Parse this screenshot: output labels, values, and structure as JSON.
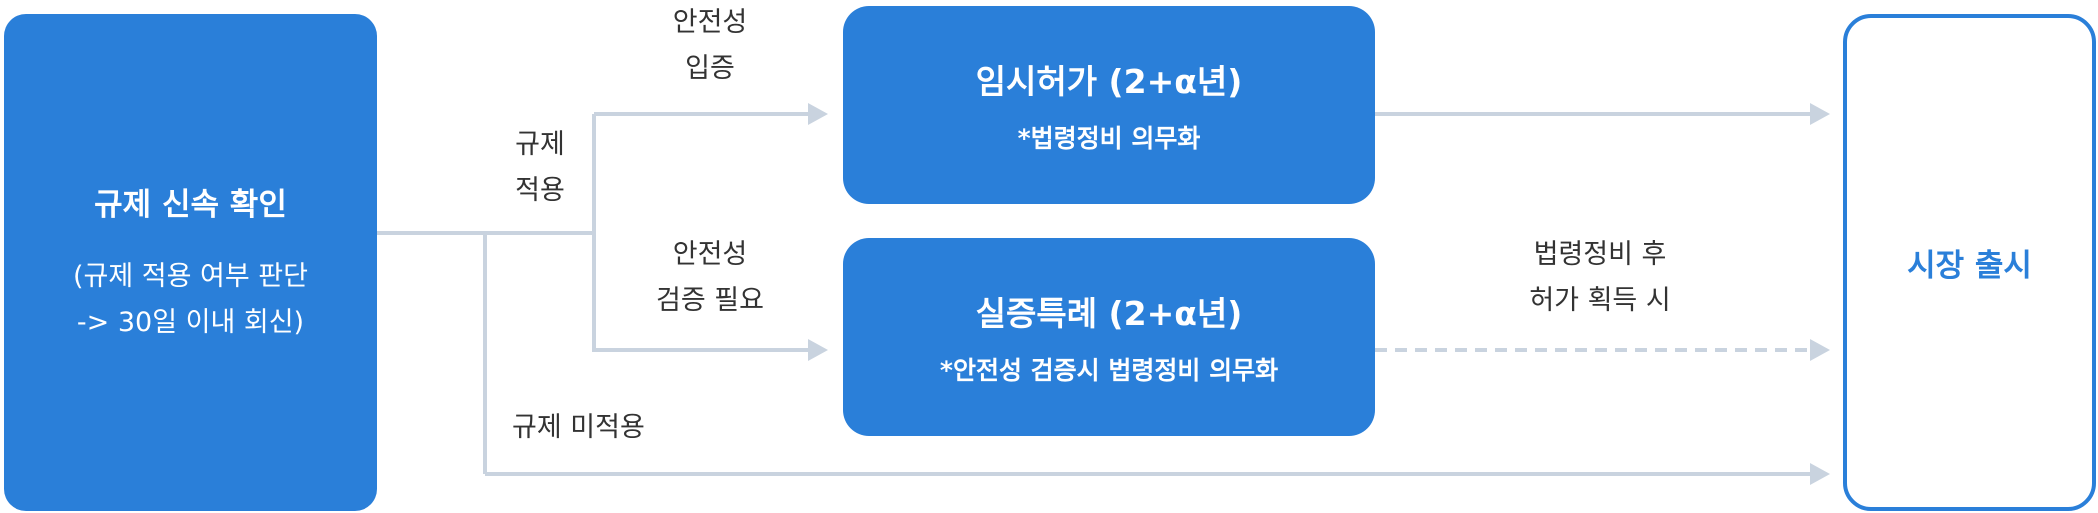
{
  "nodes": {
    "start": {
      "title": "규제 신속 확인",
      "sub_line1": "(규제 적용 여부 판단",
      "sub_line2": "-> 30일 이내 회신)"
    },
    "temp_permit": {
      "title": "임시허가 (2+α년)",
      "sub": "*법령정비 의무화"
    },
    "demo_special": {
      "title": "실증특례 (2+α년)",
      "sub": "*안전성 검증시 법령정비 의무화"
    },
    "market": {
      "title": "시장 출시"
    }
  },
  "edge_labels": {
    "reg_applied": {
      "line1": "규제",
      "line2": "적용"
    },
    "safety_proven": {
      "line1": "안전성",
      "line2": "입증"
    },
    "safety_needed": {
      "line1": "안전성",
      "line2": "검증 필요"
    },
    "after_law": {
      "line1": "법령정비 후",
      "line2": "허가 획득 시"
    },
    "reg_not_applied": "규제 미적용"
  },
  "colors": {
    "primary": "#2a7fd9",
    "connector": "#c9d3df",
    "text": "#333333"
  }
}
